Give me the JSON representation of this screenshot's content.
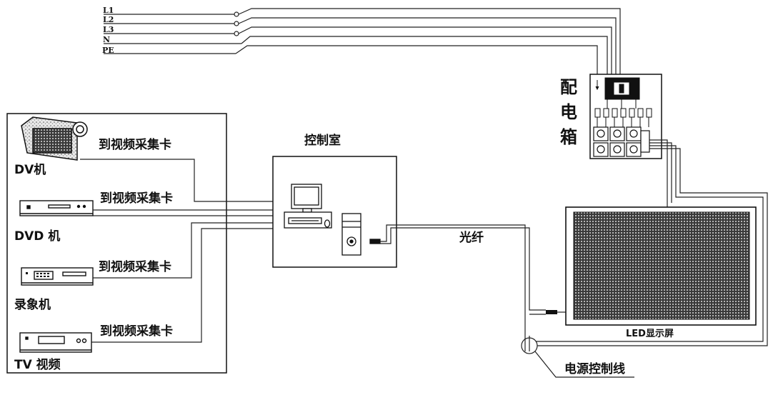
{
  "power_lines": [
    "L1",
    "L2",
    "L3",
    "N",
    "PE"
  ],
  "distribution_box": [
    "配",
    "电",
    "箱"
  ],
  "control_room": "控制室",
  "capture_card": "到视频采集卡",
  "sources": {
    "dv": "DV机",
    "dvd": "DVD 机",
    "vcr": "录象机",
    "tv": "TV 视频"
  },
  "fiber": "光纤",
  "led_screen": "LED显示屏",
  "power_control": "电源控制线"
}
